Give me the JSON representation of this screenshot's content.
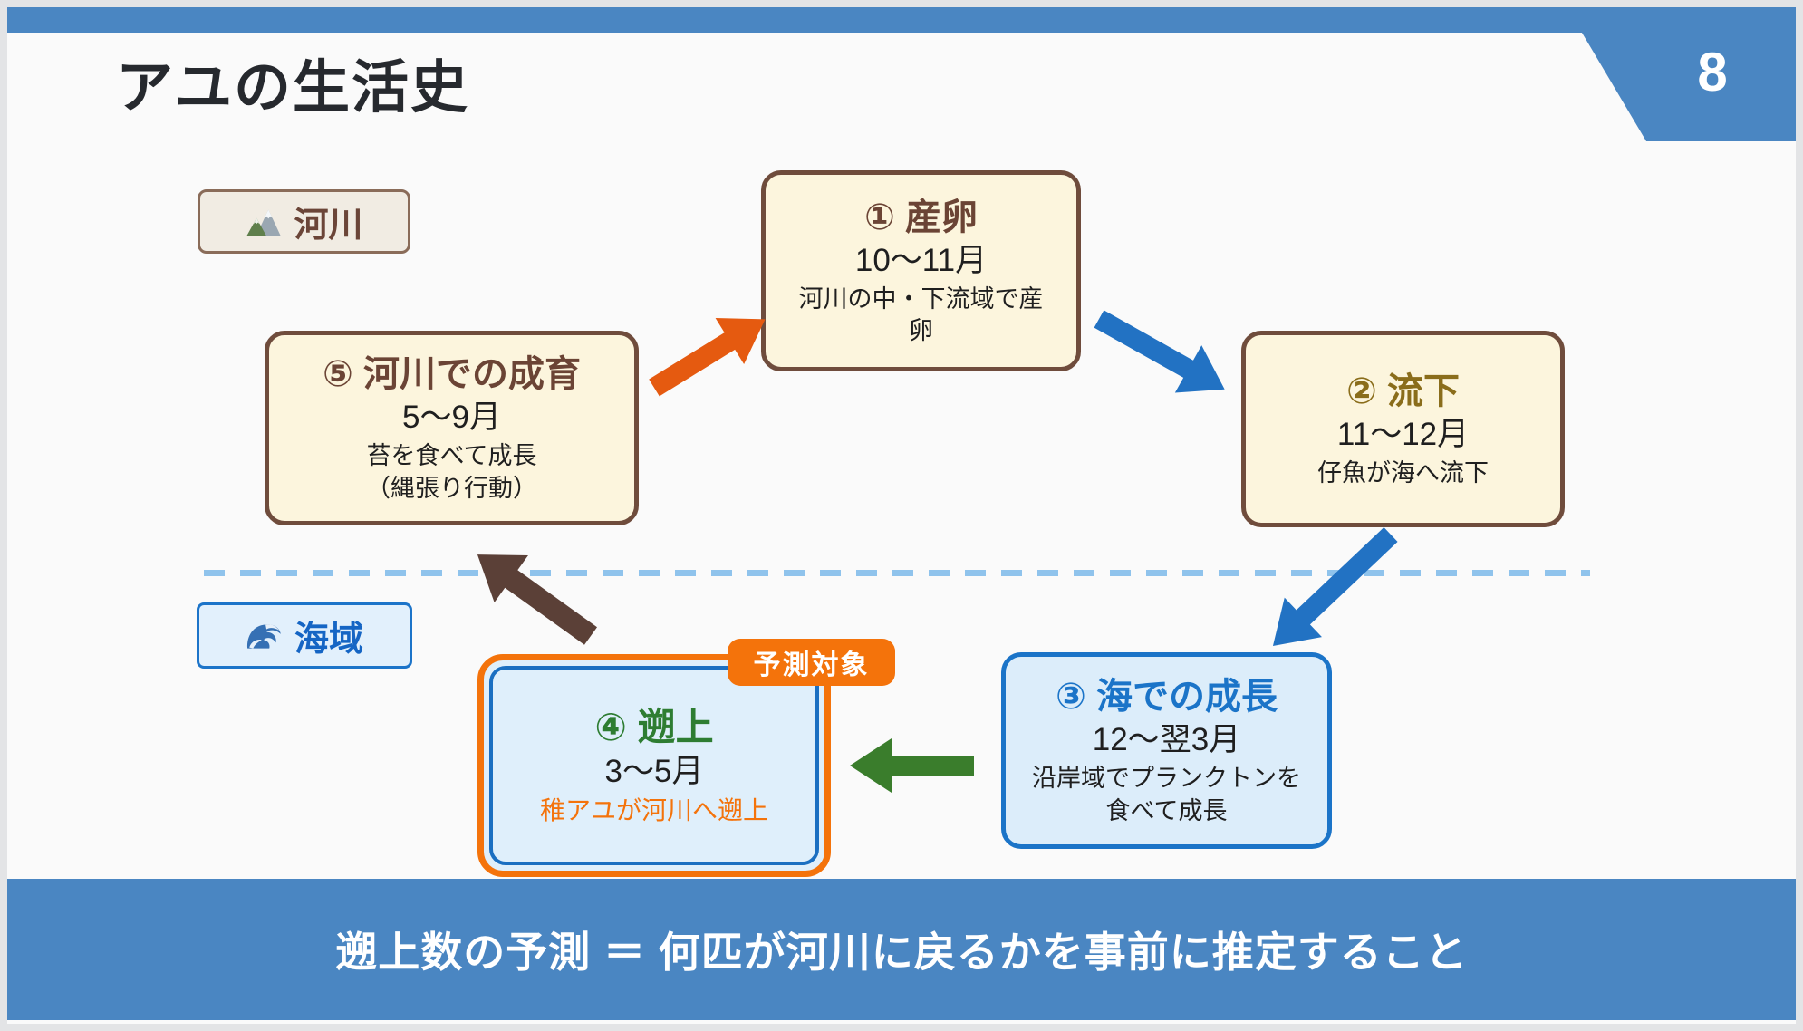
{
  "slide": {
    "page_number": "8",
    "title": "アユの生活史",
    "footer": "遡上数の予測 ＝ 何匹が河川に戻るかを事前に推定すること"
  },
  "zone_labels": {
    "river": {
      "icon": "mountain-icon",
      "text": "河川"
    },
    "sea": {
      "icon": "wave-icon",
      "text": "海域"
    }
  },
  "prediction_badge": {
    "text": "予測対象"
  },
  "stages": [
    {
      "title": "① 産卵",
      "period": "10〜11月",
      "desc_lines": [
        "河川の中・下流域で産",
        "卵"
      ],
      "zone": "river"
    },
    {
      "title": "② 流下",
      "period": "11〜12月",
      "desc_lines": [
        "仔魚が海へ流下"
      ],
      "zone": "river"
    },
    {
      "title": "③ 海での成長",
      "period": "12〜翌3月",
      "desc_lines": [
        "沿岸域でプランクトンを",
        "食べて成長"
      ],
      "zone": "sea"
    },
    {
      "title": "④ 遡上",
      "period": "3〜5月",
      "desc_lines": [
        "稚アユが河川へ遡上"
      ],
      "zone": "sea",
      "badge": "予測対象"
    },
    {
      "title": "⑤ 河川での成育",
      "period": "5〜9月",
      "desc_lines": [
        "苔を食べて成長",
        "（縄張り行動）"
      ],
      "zone": "river"
    }
  ],
  "arrows": [
    {
      "from": "stage-5-river-growth",
      "to": "stage-1-spawning",
      "color": "#E55A10"
    },
    {
      "from": "stage-1-spawning",
      "to": "stage-2-drift",
      "color": "#2272C3"
    },
    {
      "from": "stage-2-drift",
      "to": "stage-3-sea-growth",
      "color": "#2272C3"
    },
    {
      "from": "stage-3-sea-growth",
      "to": "stage-4-upstream",
      "color": "#3A7D2C"
    },
    {
      "from": "stage-4-upstream",
      "to": "stage-5-river-growth",
      "color": "#5B4037"
    }
  ],
  "colors": {
    "accent_blue": "#4A86C2",
    "slide_bg": "#FAFAFA",
    "frame_bg": "#E3E4E6",
    "cream_box_bg": "#FCF5DD",
    "cream_box_border": "#6F4C3C",
    "blue_box_bg": "#DCEDFA",
    "blue_box_border": "#1B74C8",
    "highlight_orange": "#F4730B",
    "river_label_text": "#6B4538",
    "sea_label_text": "#1565C4",
    "stage1_title": "#6B4435",
    "stage2_title": "#8A6D1B",
    "stage3_title": "#1B74C8",
    "stage4_title": "#2E7D32",
    "stage5_title": "#6B4435",
    "arrow_orange": "#E55A10",
    "arrow_blue": "#2272C3",
    "arrow_green": "#3A7D2C",
    "arrow_brown": "#5B4037",
    "dashed_divider": "#8FC3EC",
    "footer_text": "#FFFFFF",
    "title_text": "#26292E"
  }
}
